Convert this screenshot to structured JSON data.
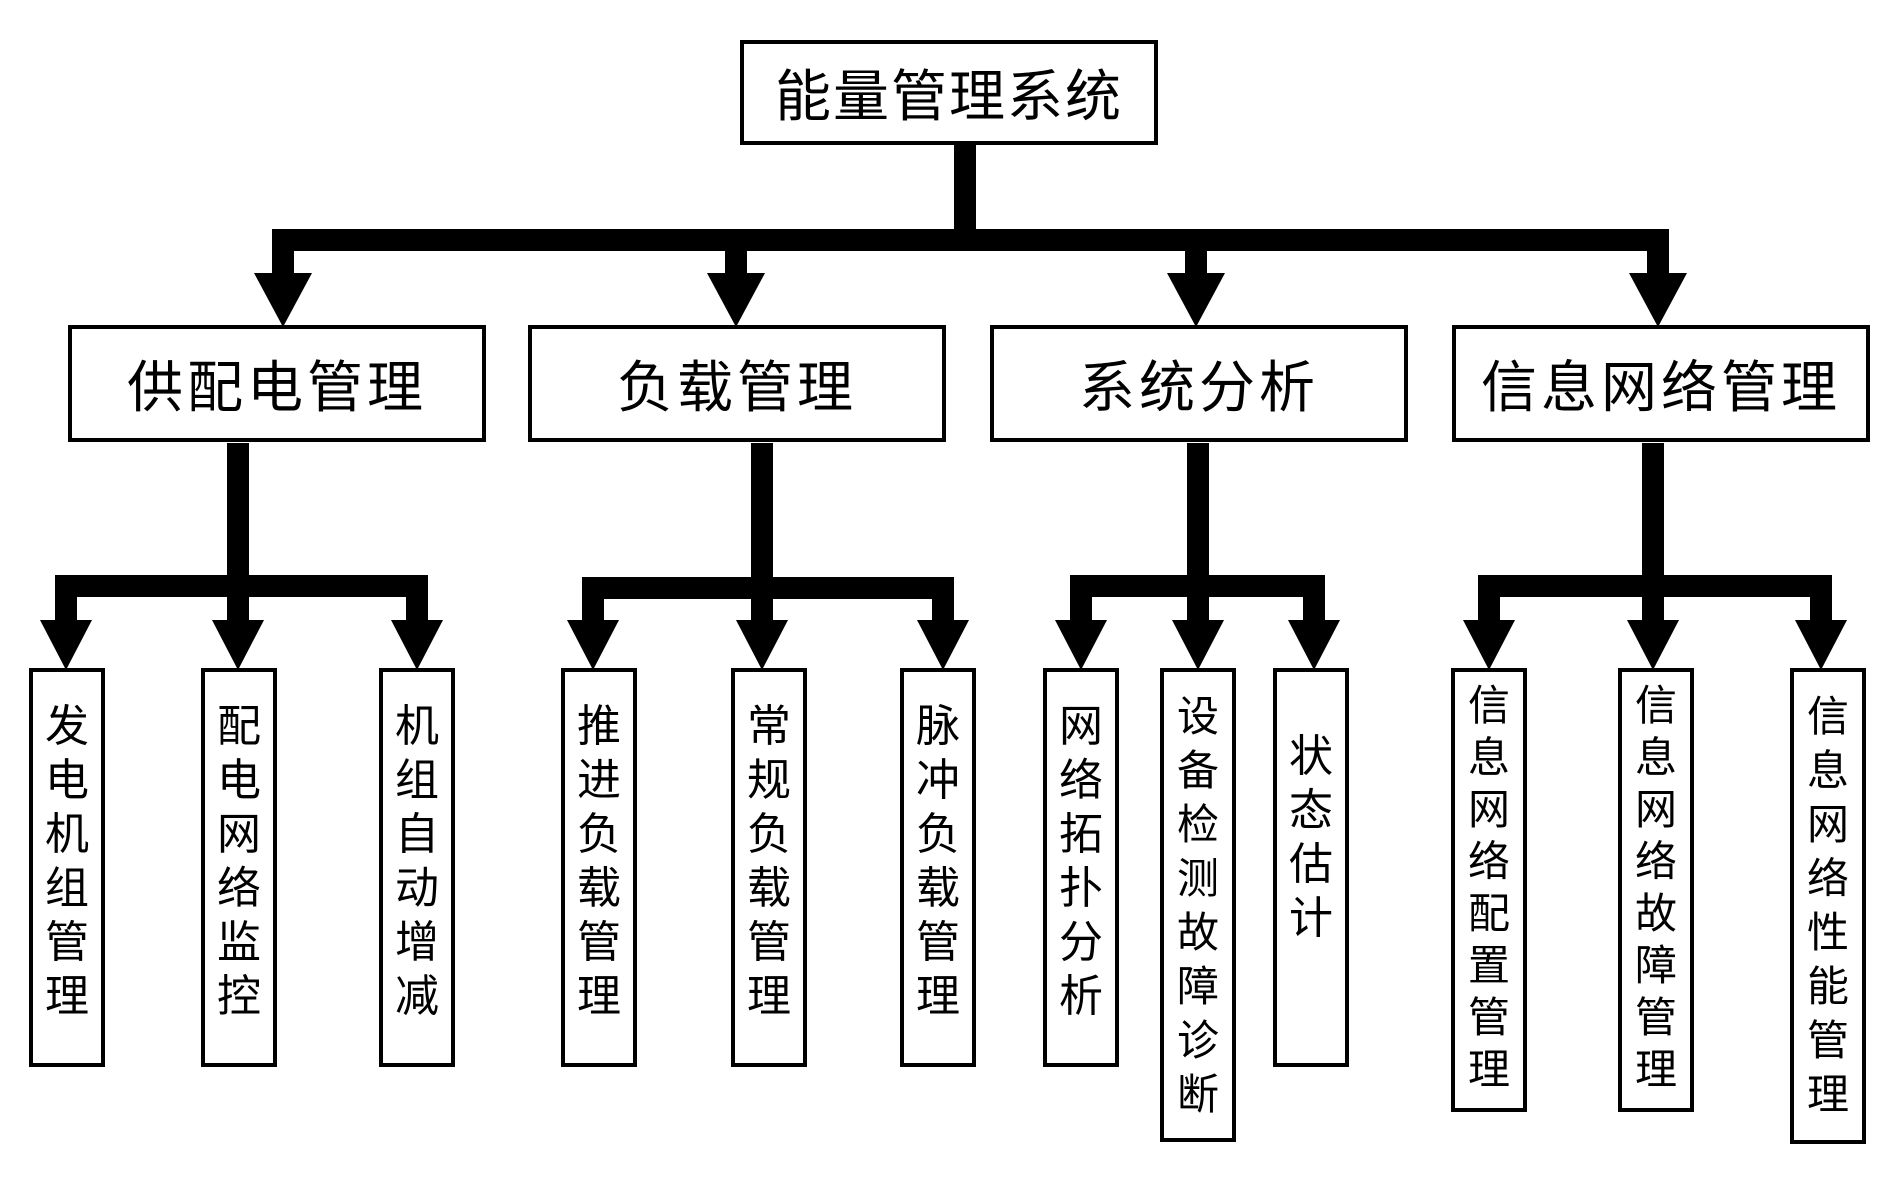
{
  "root": {
    "label": "能量管理系统"
  },
  "branches": [
    {
      "label": "供配电管理",
      "children": [
        "发电机组管理",
        "配电网络监控",
        "机组自动增减"
      ]
    },
    {
      "label": "负载管理",
      "children": [
        "推进负载管理",
        "常规负载管理",
        "脉冲负载管理"
      ]
    },
    {
      "label": "系统分析",
      "children": [
        "网络拓扑分析",
        "设备检测故障诊断",
        "状态估计"
      ]
    },
    {
      "label": "信息网络管理",
      "children": [
        "信息网络配置管理",
        "信息网络故障管理",
        "信息网络性能管理"
      ]
    }
  ]
}
